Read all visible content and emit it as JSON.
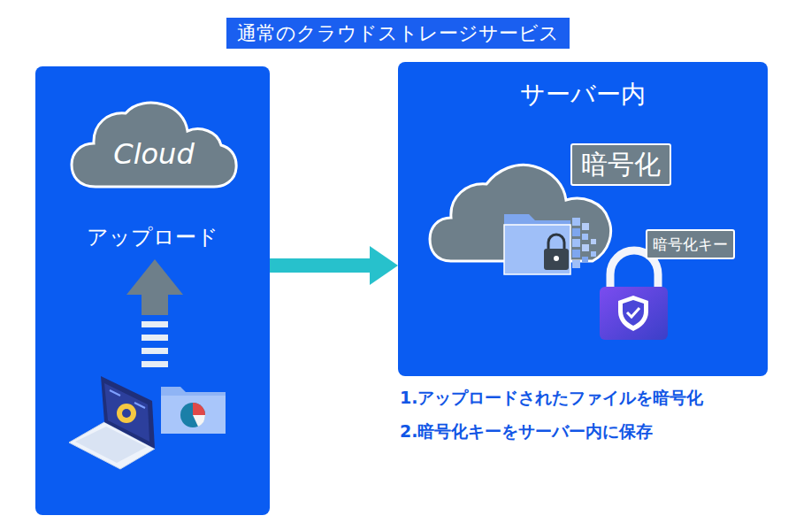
{
  "diagram": {
    "title": "通常のクラウドストレージサービス",
    "nodes": [
      {
        "text": [
          "アップロード"
        ]
      },
      {
        "text": [
          "Cloud"
        ],
        "in": 0
      },
      {
        "text": [
          "サーバー内"
        ]
      },
      {
        "text": [
          "暗号化"
        ],
        "in": 2
      },
      {
        "text": [
          "暗号化キー"
        ],
        "in": 2
      }
    ],
    "edges": [
      {
        "from": 0,
        "to": 2,
        "arrow": "to"
      }
    ],
    "labels": [
      "1.アップロードされたファイルを暗号化",
      "2.暗号化キーをサーバー内に保存"
    ]
  }
}
